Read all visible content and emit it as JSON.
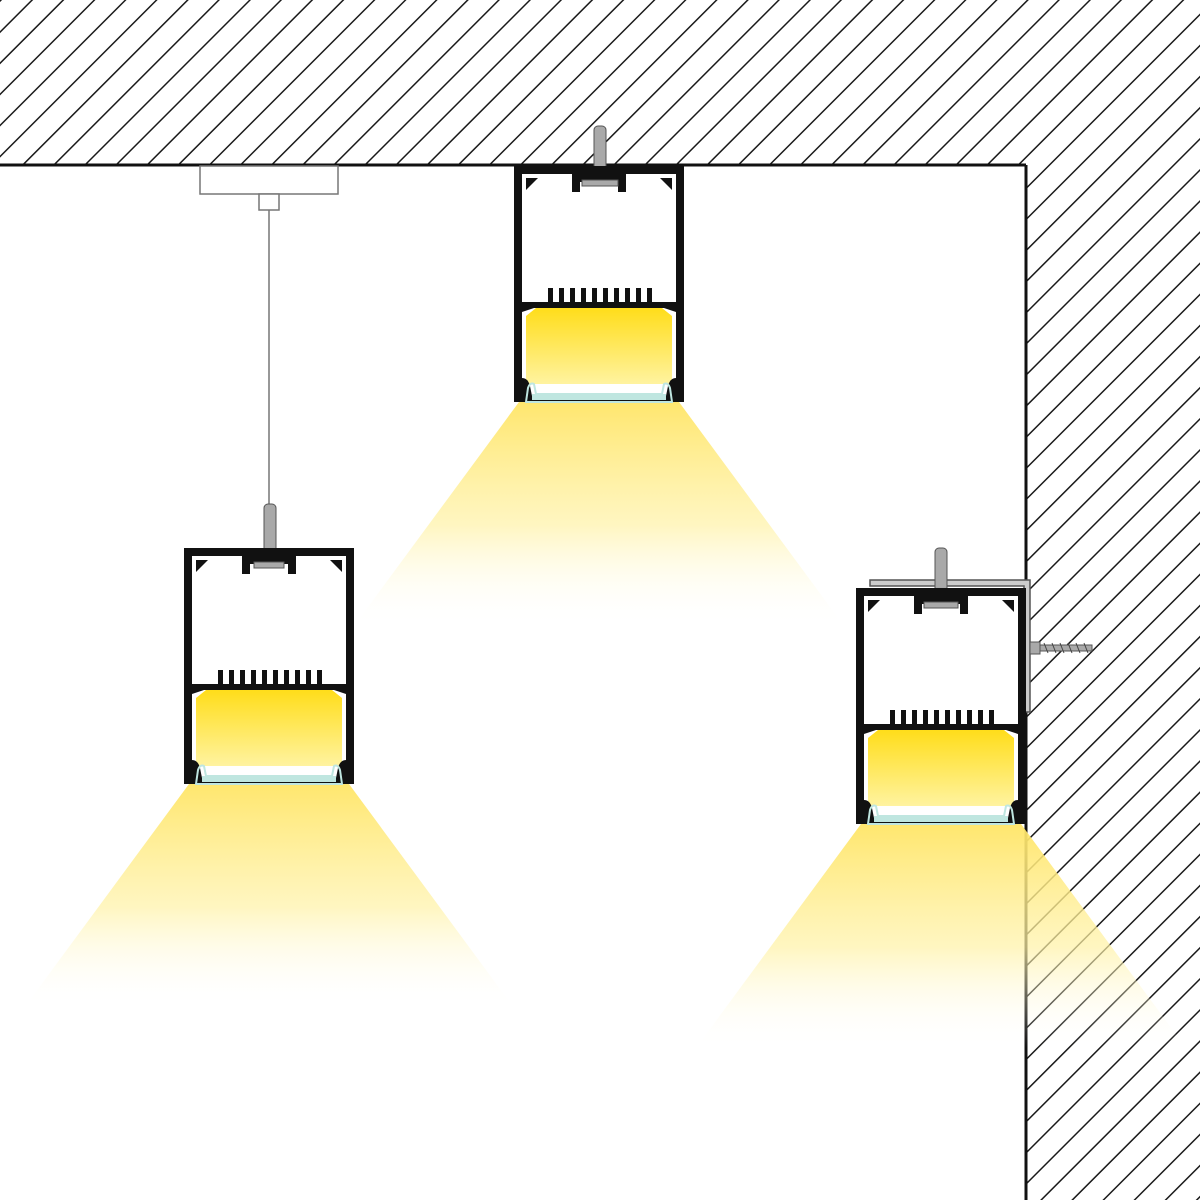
{
  "diagram": {
    "kind": "LED aluminium profile mounting options (cross-section)",
    "colors": {
      "background": "#ffffff",
      "hatch_line": "#1a1a1a",
      "profile": "#111111",
      "led_glow": "#ffe033",
      "beam": "#fff2a0",
      "diffuser": "#bfe6e0",
      "steel": "#a9a9a9",
      "ceiling_base": "#ffffff"
    },
    "elements": [
      {
        "id": "ceiling",
        "icon": "hatched-ceiling"
      },
      {
        "id": "wall",
        "icon": "hatched-wall"
      },
      {
        "id": "suspended",
        "icon": "pendant-profile",
        "mount": "wire-suspension"
      },
      {
        "id": "ceiling-mounted",
        "icon": "surface-profile",
        "mount": "ceiling-bracket"
      },
      {
        "id": "wall-mounted",
        "icon": "wall-profile",
        "mount": "angle-bracket-with-screw"
      }
    ]
  }
}
